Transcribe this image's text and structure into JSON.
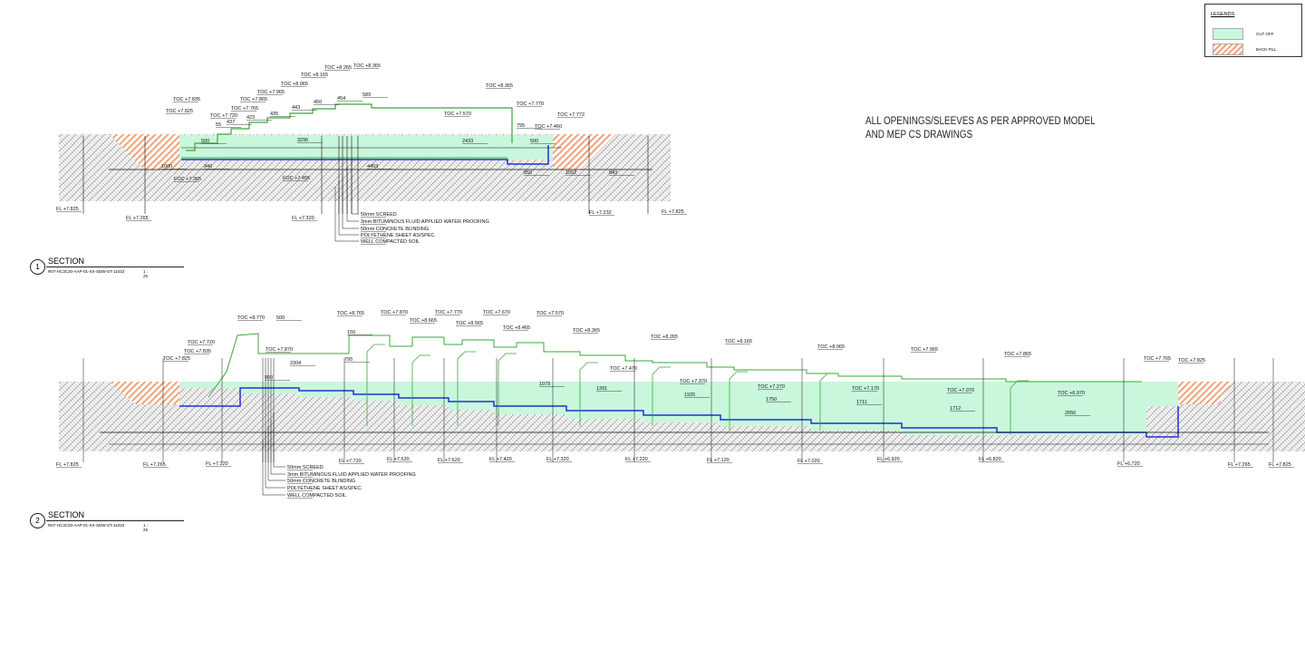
{
  "legend": {
    "title": "LEGENDS",
    "items": [
      {
        "label": "CUT OFF",
        "color": "#c9f7dc"
      },
      {
        "label": "BACK FILL",
        "color": "#f2a27a"
      }
    ]
  },
  "note": {
    "line1": "ALL OPENINGS/SLEEVES AS PER APPROVED MODEL",
    "line2": "AND MEP CS DRAWINGS"
  },
  "sections": [
    {
      "number": "1",
      "title": "SECTION",
      "ref": "R07-HC3C20-AAP-01-XX-SDW-ST-11033",
      "scale": "1 : 25",
      "toc": [
        "TOC +7.825",
        "TOC +7.835",
        "TOC +7.720",
        "TOC +7.765",
        "TOC +7.865",
        "TOC +7.965",
        "TOC +8.065",
        "TOC +8.165",
        "TOC +8.265",
        "TOC +8.365",
        "TOC +8.365",
        "TOC +7.770",
        "TOC +7.570",
        "TOC +7.460",
        "TOC +7.772"
      ],
      "fl": [
        "FL +7.825",
        "FL +7.265",
        "FL +7.320",
        "FL +7.232",
        "FL +7.825"
      ],
      "foc": [
        "FOC +7.365",
        "FOC +7.455"
      ],
      "dims": [
        "500",
        "55",
        "437",
        "423",
        "435",
        "443",
        "450",
        "454",
        "589",
        "3296",
        "2433",
        "795",
        "500",
        "1000",
        "940",
        "4453",
        "850",
        "1052",
        "843"
      ],
      "layers": [
        "50mm SCREED",
        "3mm BITUMINOUS FLUID APPLIED WATER PROOFING",
        "50mm CONCRETE BLINDING",
        "POLYETHENE SHEET AS/SPEC.",
        "WELL COMPACTED SOIL"
      ]
    },
    {
      "number": "2",
      "title": "SECTION",
      "ref": "R07-HC3C20-AAP-01-XX-SDW-ST-11033",
      "scale": "1 : 25",
      "toc": [
        "TOC +7.825",
        "TOC +7.835",
        "TOC +7.720",
        "TOC +8.770",
        "TOC +7.870",
        "TOC +8.765",
        "TOC +7.870",
        "TOC +8.665",
        "TOC +7.770",
        "TOC +8.565",
        "TOC +7.670",
        "TOC +8.465",
        "TOC +7.570",
        "TOC +8.365",
        "TOC +7.470",
        "TOC +8.265",
        "TOC +7.370",
        "TOC +8.165",
        "TOC +7.270",
        "TOC +8.065",
        "TOC +7.170",
        "TOC +7.965",
        "TOC +7.070",
        "TOC +7.865",
        "TOC +6.970",
        "TOC +7.765",
        "TOC +7.825"
      ],
      "fl": [
        "FL +7.825",
        "FL +7.265",
        "FL +7.320",
        "FL +7.720",
        "FL +7.620",
        "FL +7.620",
        "FL +7.420",
        "FL +7.320",
        "FL +7.220",
        "FL +7.120",
        "FL +7.020",
        "FL +6.920",
        "FL +6.820",
        "FL +6.720",
        "FL +7.265",
        "FL +7.825"
      ],
      "dims": [
        "2304",
        "1391",
        "1925",
        "1750",
        "1711",
        "1712",
        "2656",
        "1079",
        "150",
        "500",
        "800",
        "795"
      ],
      "layers": [
        "50mm SCREED",
        "3mm BITUMINOUS FLUID APPLIED WATER PROOFING",
        "50mm CONCRETE BLINDING",
        "POLYETHENE SHEET AS/SPEC.",
        "WELL COMPACTED SOIL"
      ]
    }
  ]
}
